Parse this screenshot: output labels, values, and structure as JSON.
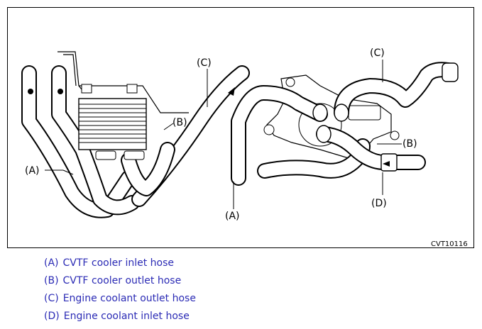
{
  "figure": {
    "code": "CVT10116",
    "callouts": {
      "left_A": "(A)",
      "left_B": "(B)",
      "left_C": "(C)",
      "right_A": "(A)",
      "right_B": "(B)",
      "right_C": "(C)",
      "right_D": "(D)"
    }
  },
  "legend": [
    {
      "key": "(A)",
      "text": "CVTF cooler inlet hose"
    },
    {
      "key": "(B)",
      "text": "CVTF cooler outlet hose"
    },
    {
      "key": "(C)",
      "text": "Engine coolant outlet hose"
    },
    {
      "key": "(D)",
      "text": "Engine coolant inlet hose"
    }
  ],
  "colors": {
    "legend_text": "#2b2bb5",
    "line": "#000000"
  }
}
